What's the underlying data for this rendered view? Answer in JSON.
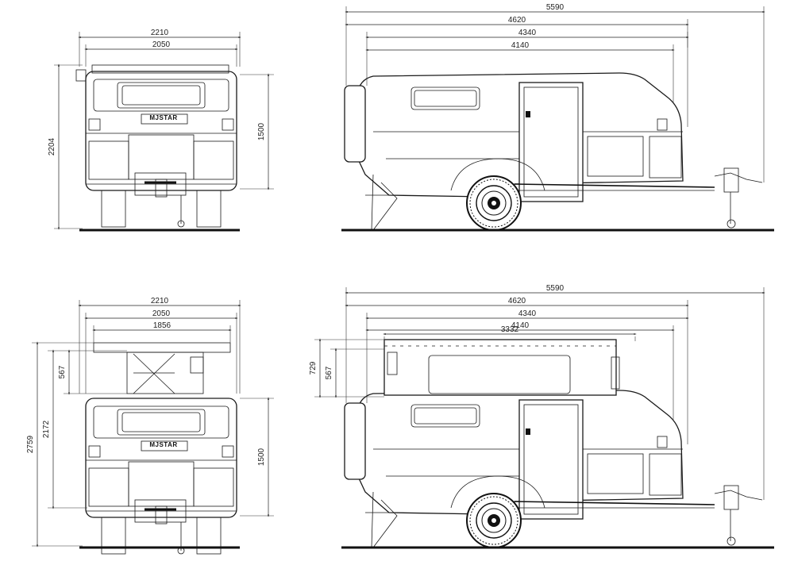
{
  "brand": "MJSTAR",
  "closed": {
    "rear": {
      "width_overall": "2210",
      "width_body": "2050",
      "height_overall": "2204",
      "height_body": "1500"
    },
    "side": {
      "length_overall": "5590",
      "length_a": "4620",
      "length_b": "4340",
      "length_roof": "4140"
    }
  },
  "open": {
    "rear": {
      "width_overall": "2210",
      "width_body": "2050",
      "width_top": "1856",
      "lift": "567",
      "height_mid": "2172",
      "height_overall": "2759",
      "height_body": "1500"
    },
    "side": {
      "length_overall": "5590",
      "length_a": "4620",
      "length_b": "4340",
      "length_roof": "4140",
      "length_top": "3332",
      "lift_outer": "729",
      "lift_inner": "567"
    }
  }
}
